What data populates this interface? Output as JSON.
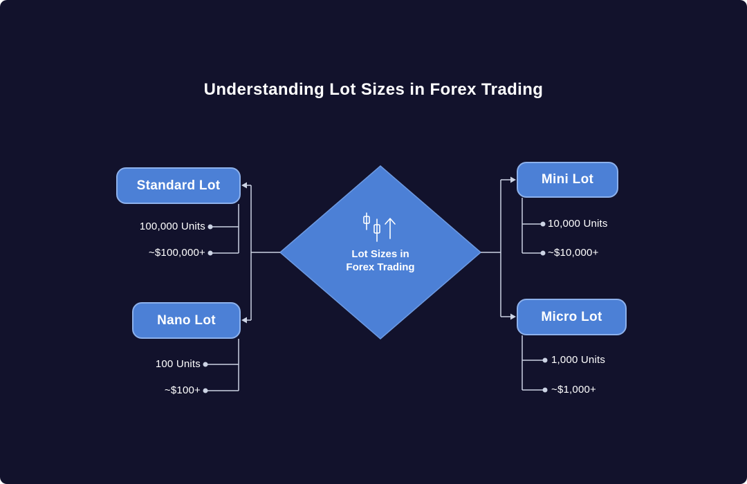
{
  "title": "Understanding Lot Sizes in Forex Trading",
  "center": {
    "icon": "candlestick-chart-icon",
    "line1": "Lot Sizes in",
    "line2": "Forex Trading"
  },
  "nodes": [
    {
      "id": "standard-lot",
      "label": "Standard Lot",
      "units": "100,000 Units",
      "value": "~$100,000+"
    },
    {
      "id": "nano-lot",
      "label": "Nano Lot",
      "units": "100 Units",
      "value": "~$100+"
    },
    {
      "id": "mini-lot",
      "label": "Mini Lot",
      "units": "10,000 Units",
      "value": "~$10,000+"
    },
    {
      "id": "micro-lot",
      "label": "Micro Lot",
      "units": "1,000 Units",
      "value": "~$1,000+"
    }
  ],
  "colors": {
    "background": "#12122c",
    "node_fill": "#4c80d6",
    "node_border": "#8db1ec",
    "diamond_fill": "#4c80d6",
    "connector_line": "#ccd3e4",
    "text": "#ffffff"
  }
}
